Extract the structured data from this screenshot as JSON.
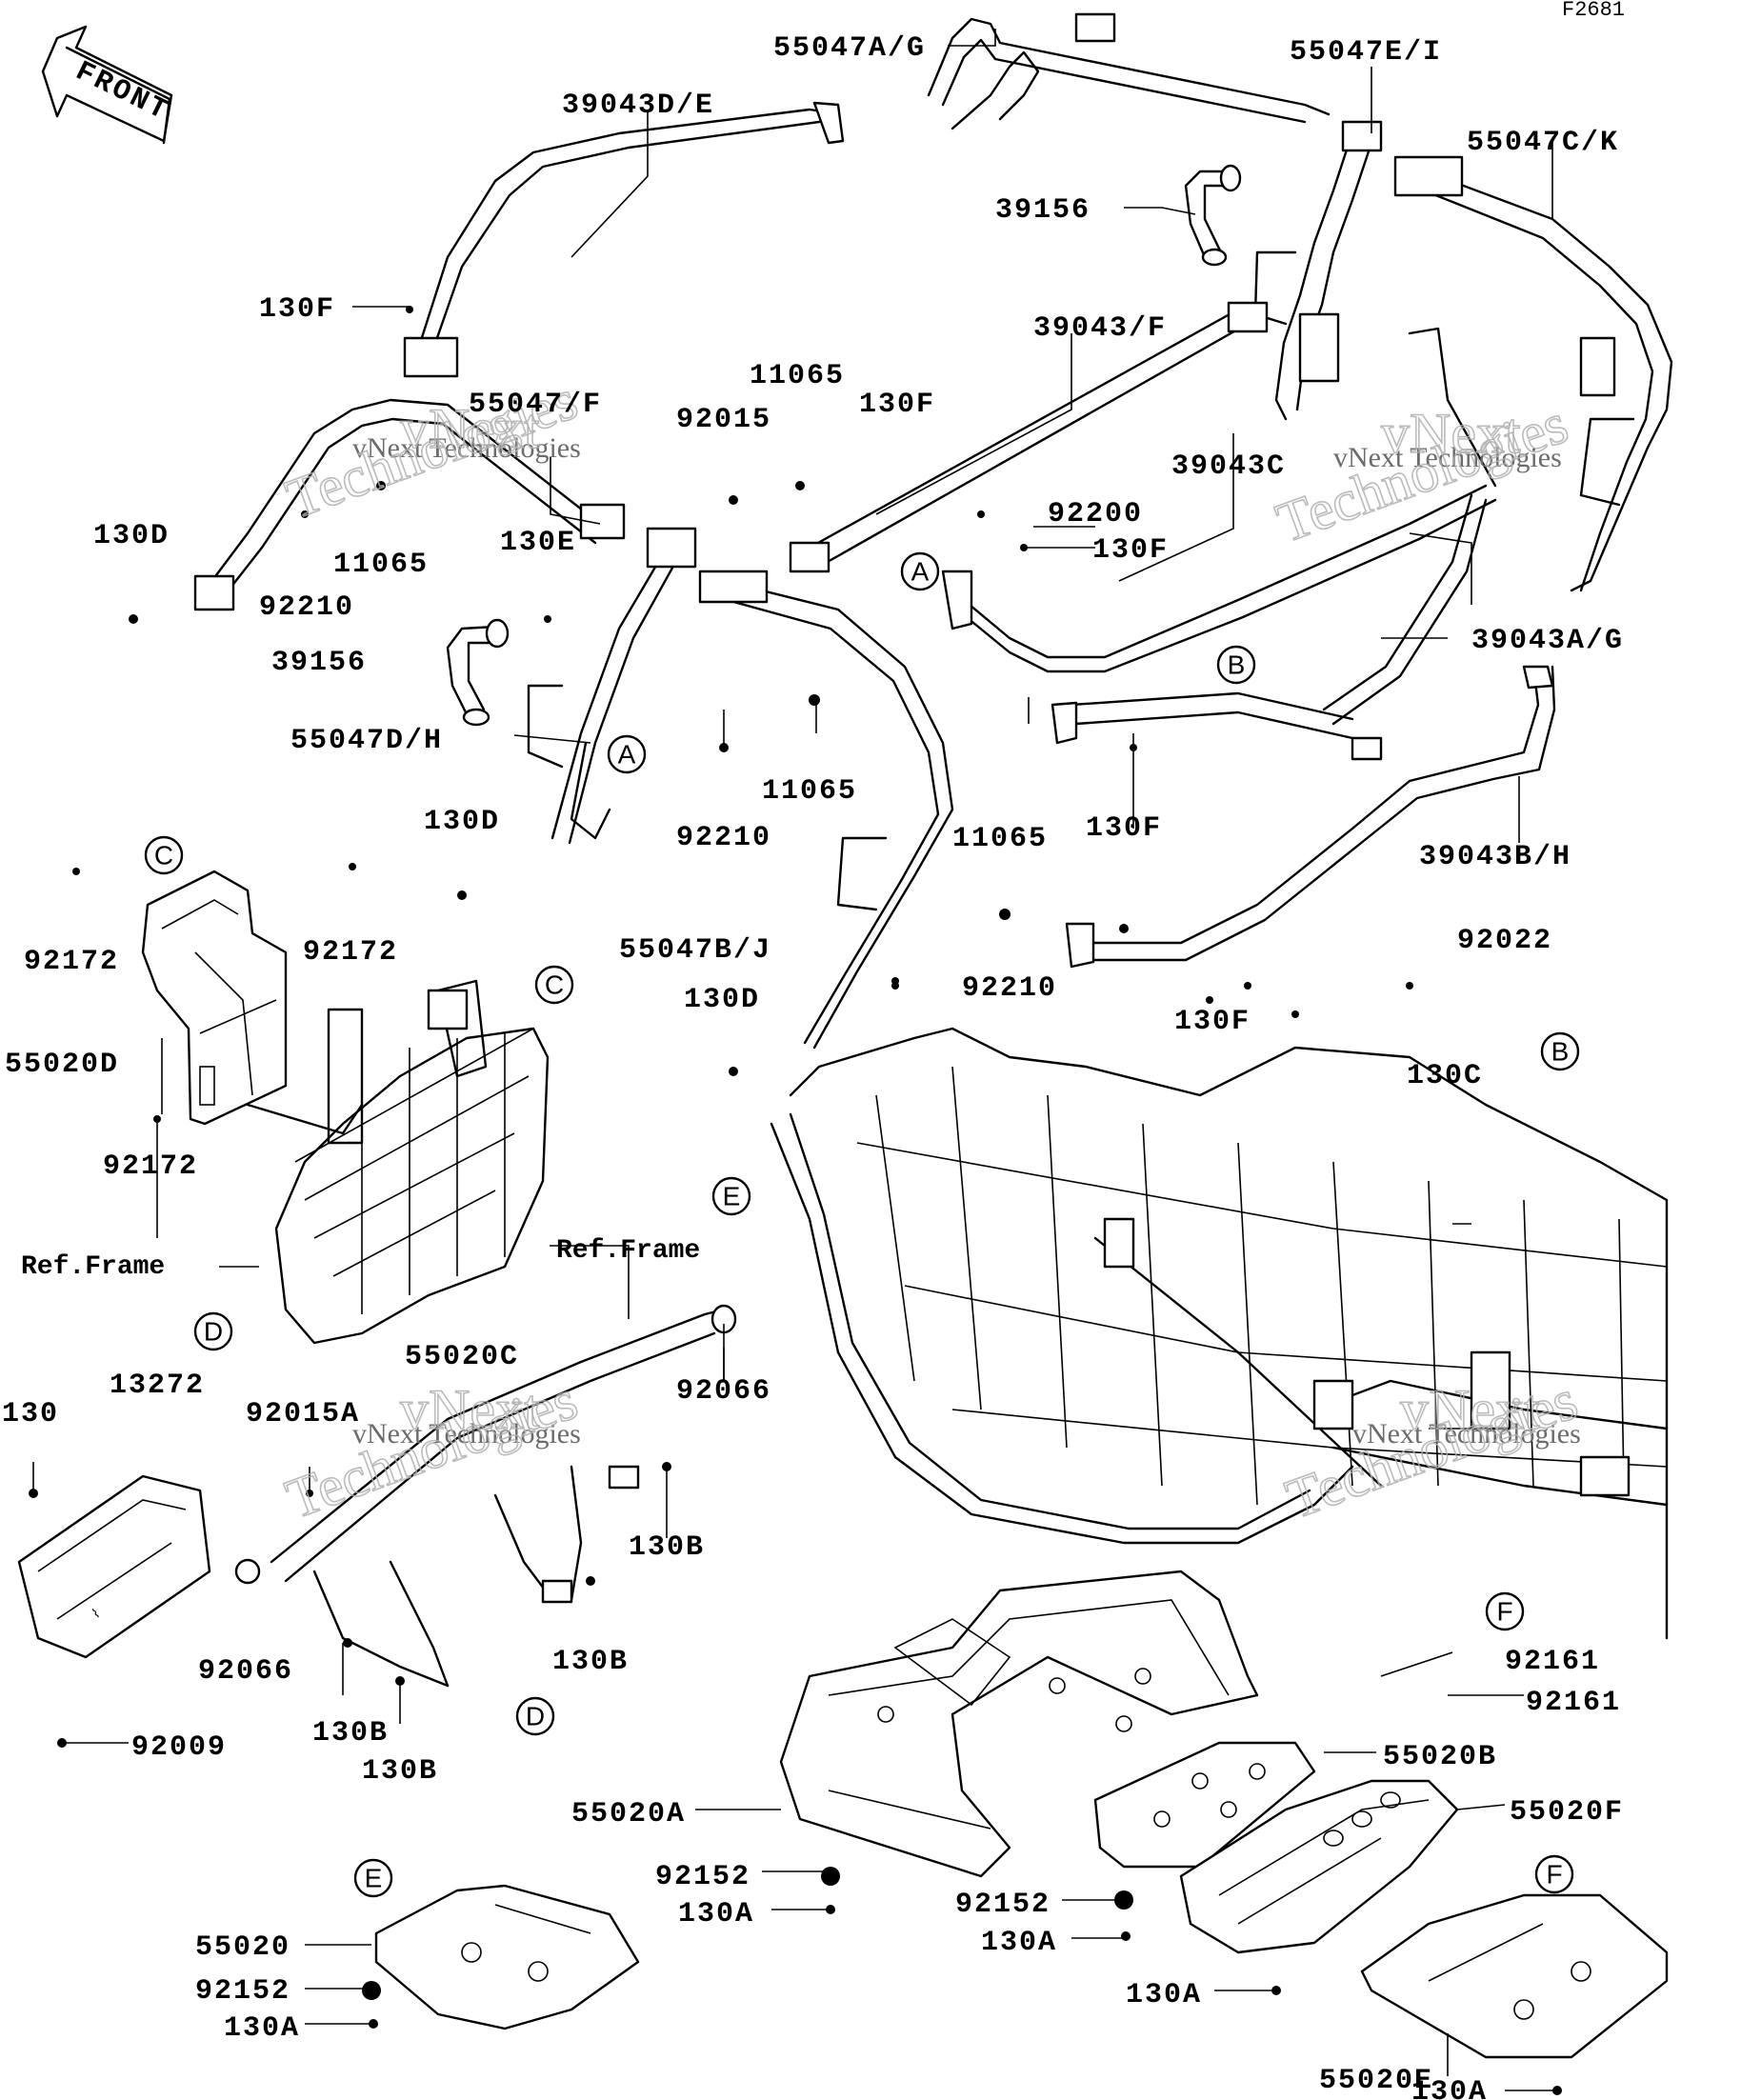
{
  "page_code": "F2681",
  "front_sign": "FRONT",
  "watermark": [
    "vNext Technologies",
    "vNext",
    "Technologies"
  ],
  "ref_frame": "Ref.Frame",
  "callouts": {
    "a": "A",
    "b": "B",
    "c": "C",
    "d": "D",
    "e": "E",
    "f": "F"
  },
  "labels": {
    "p55047AG": "55047A/G",
    "p55047EI": "55047E/I",
    "p55047CK": "55047C/K",
    "p39043DE": "39043D/E",
    "p39156_top": "39156",
    "p130F_1": "130F",
    "p39043F": "39043/F",
    "p11065_1": "11065",
    "p92015": "92015",
    "p130F_2": "130F",
    "p55047F": "55047/F",
    "p39043C": "39043C",
    "p92200": "92200",
    "p130F_3": "130F",
    "p130D_1": "130D",
    "p11065_2": "11065",
    "p130E": "130E",
    "p92210_1": "92210",
    "p39043AG": "39043A/G",
    "p39156_mid": "39156",
    "p55047DH": "55047D/H",
    "p11065_3": "11065",
    "p130D_2": "130D",
    "p92210_2": "92210",
    "p130F_4": "130F",
    "p39043BH": "39043B/H",
    "p92172_1": "92172",
    "p92172_2": "92172",
    "p11065_4": "11065",
    "p92022": "92022",
    "p55047BJ": "55047B/J",
    "p92210_3": "92210",
    "p130D_3": "130D",
    "p130F_5": "130F",
    "p130C": "130C",
    "p55020D": "55020D",
    "p92172_3": "92172",
    "p55020C": "55020C",
    "p92066_1": "92066",
    "p130": "130",
    "p13272": "13272",
    "p92015A": "92015A",
    "p130B_1": "130B",
    "p130B_2": "130B",
    "p92066_2": "92066",
    "p130B_3": "130B",
    "p130B_4": "130B",
    "p92009": "92009",
    "p92161_1": "92161",
    "p92161_2": "92161",
    "p55020B": "55020B",
    "p55020F": "55020F",
    "p55020A": "55020A",
    "p92152_1": "92152",
    "p130A_1": "130A",
    "p92152_2": "92152",
    "p130A_2": "130A",
    "p130A_3": "130A",
    "p55020": "55020",
    "p92152_3": "92152",
    "p130A_4": "130A",
    "p55020E": "55020E",
    "p130A_5": "130A"
  }
}
